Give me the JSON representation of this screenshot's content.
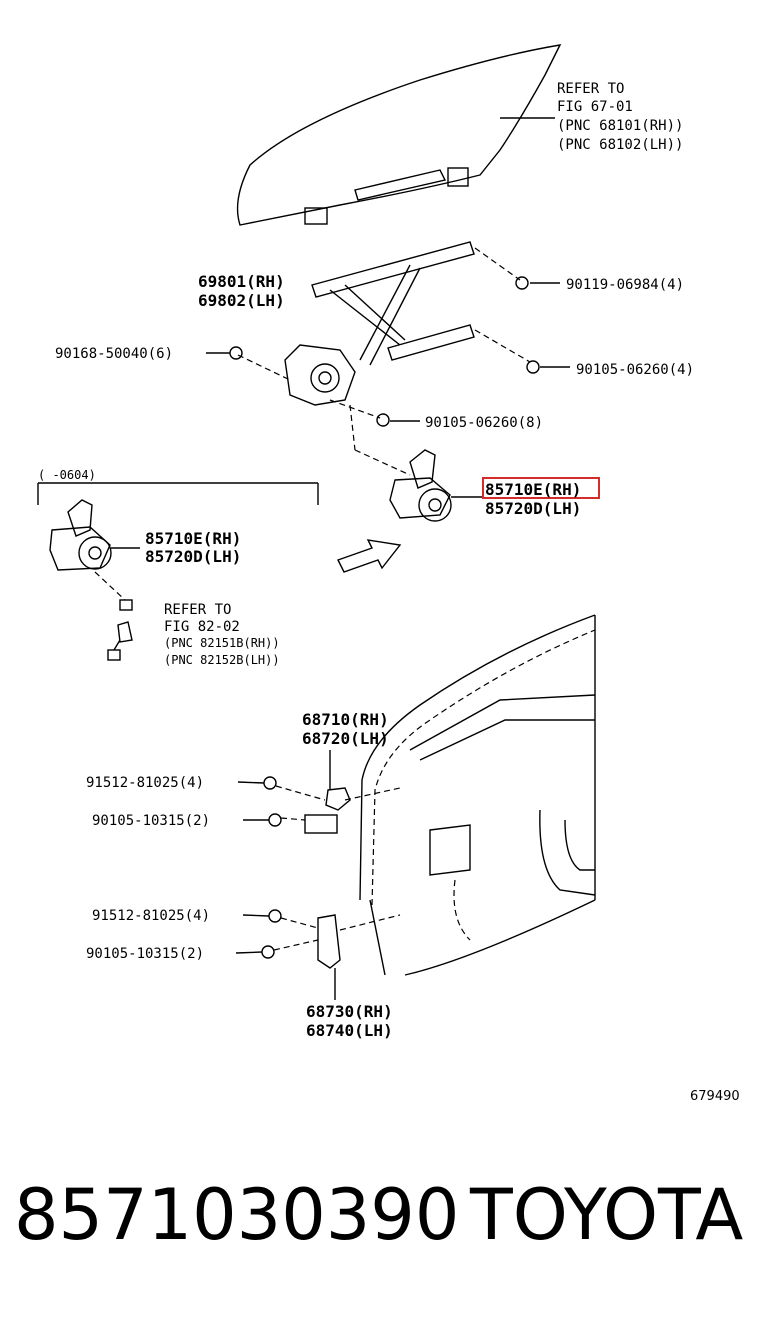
{
  "callouts": {
    "refer_fig_67": [
      "REFER TO",
      "FIG 67-01",
      "(PNC 68101(RH))",
      "(PNC 68102(LH))"
    ],
    "regulator": [
      "69801(RH)",
      "69802(LH)"
    ],
    "bolt_90119": "90119-06984(4)",
    "bolt_90168": "90168-50040(6)",
    "bolt_90105_a": "90105-06260(4)",
    "bolt_90105_b": "90105-06260(8)",
    "motor_main_rh": "85710E(RH)",
    "motor_main_lh": "85720D(LH)",
    "date_range": "(      -0604)",
    "motor_old_rh": "85710E(RH)",
    "motor_old_lh": "85720D(LH)",
    "refer_fig_82": [
      "REFER TO",
      "FIG 82-02",
      "(PNC 82151B(RH))",
      "(PNC 82152B(LH))"
    ],
    "hinge_upper": [
      "68710(RH)",
      "68720(LH)"
    ],
    "bolt_91512_a": "91512-81025(4)",
    "bolt_90105_c": "90105-10315(2)",
    "bolt_91512_b": "91512-81025(4)",
    "bolt_90105_d": "90105-10315(2)",
    "hinge_lower": [
      "68730(RH)",
      "68740(LH)"
    ],
    "diagram_id": "679490"
  },
  "footer": {
    "part_number": "8571030390",
    "brand": "TOYOTA"
  },
  "colors": {
    "highlight": "#d62b2b",
    "line": "#000000"
  }
}
